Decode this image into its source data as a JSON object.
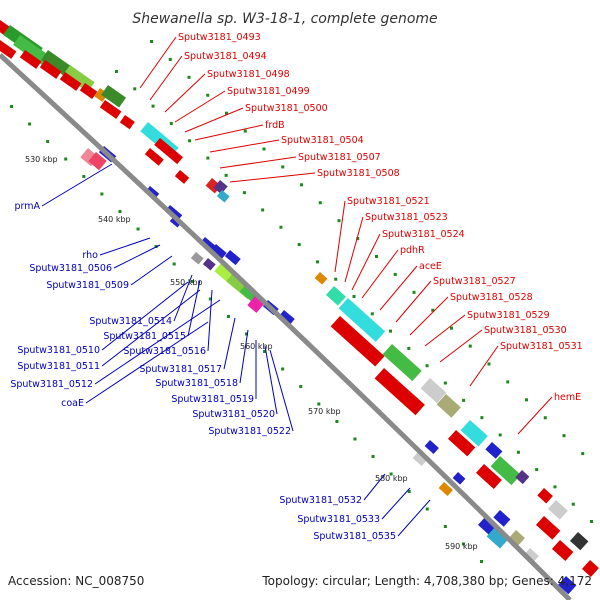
{
  "title": "Shewanella sp. W3-18-1, complete genome",
  "footer": {
    "accession": "Accession: NC_008750",
    "topology": "Topology: circular; Length: 4,708,380 bp; Genes: 4,172"
  },
  "colors": {
    "backbone": "#8a8a8a",
    "red_label": "#dd0000",
    "blue_label": "#0000bb",
    "tick": "#1a8a1a"
  },
  "kbp_ticks": [
    "530 kbp",
    "540 kbp",
    "550 kbp",
    "560 kbp",
    "570 kbp",
    "580 kbp",
    "590 kbp"
  ],
  "top_labels": [
    "Sputw3181_0493",
    "Sputw3181_0494",
    "Sputw3181_0498",
    "Sputw3181_0499",
    "Sputw3181_0500",
    "frdB",
    "Sputw3181_0504",
    "Sputw3181_0507",
    "Sputw3181_0508",
    "Sputw3181_0521",
    "Sputw3181_0523",
    "Sputw3181_0524",
    "pdhR",
    "aceE",
    "Sputw3181_0527",
    "Sputw3181_0528",
    "Sputw3181_0529",
    "Sputw3181_0530",
    "Sputw3181_0531",
    "hemE"
  ],
  "bottom_labels": [
    "prmA",
    "rho",
    "Sputw3181_0506",
    "Sputw3181_0509",
    "Sputw3181_0514",
    "Sputw3181_0515",
    "Sputw3181_0510",
    "Sputw3181_0511",
    "Sputw3181_0516",
    "Sputw3181_0512",
    "Sputw3181_0517",
    "coaE",
    "Sputw3181_0518",
    "Sputw3181_0519",
    "Sputw3181_0520",
    "Sputw3181_0522",
    "Sputw3181_0532",
    "Sputw3181_0533",
    "Sputw3181_0535"
  ]
}
